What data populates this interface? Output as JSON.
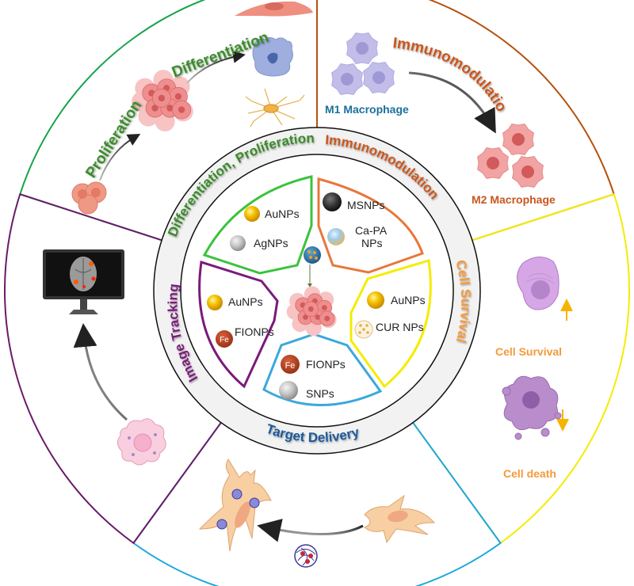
{
  "diagram": {
    "type": "circular-infographic",
    "center_label": "Stem cell cluster with nanoparticle",
    "sectors": [
      {
        "id": "differentiation",
        "ring_title": "Differentiation, Proliferation",
        "color": "#3cc23c",
        "title_color": "#3a8a2a",
        "outer_color": "#16a34a",
        "nanoparticles": [
          {
            "label": "AuNPs",
            "icon": "gold-sphere"
          },
          {
            "label": "AgNPs",
            "icon": "silver-sphere"
          }
        ],
        "outer": {
          "labels": [
            "Proliferation",
            "Differentiation"
          ],
          "cells": [
            "stem-cell-pair",
            "cell-cluster",
            "flat-cell",
            "epithelial-cell",
            "neuron"
          ]
        }
      },
      {
        "id": "immunomodulation",
        "ring_title": "Immunomodulation",
        "color": "#e8773a",
        "title_color": "#c9561f",
        "outer_color": "#b5520f",
        "nanoparticles": [
          {
            "label": "MSNPs",
            "icon": "mesoporous-sphere"
          },
          {
            "label": "Ca-PA NPs",
            "line1": "Ca-PA",
            "line2": "NPs",
            "icon": "patterned-sphere"
          }
        ],
        "outer": {
          "labels": [
            "Immunomodulation"
          ],
          "m1_label": "M1 Macrophage",
          "m2_label": "M2 Macrophage",
          "m1_color": "#1b6f9a",
          "m2_color": "#c9561f"
        }
      },
      {
        "id": "cell-survival",
        "ring_title": "Cell Survival",
        "color": "#f5ec00",
        "title_color": "#f59a3a",
        "outer_color": "#f5ec00",
        "nanoparticles": [
          {
            "label": "AuNPs",
            "icon": "gold-sphere"
          },
          {
            "label": "CUR NPs",
            "icon": "curcumin-np"
          }
        ],
        "outer": {
          "survival_label": "Cell Survival",
          "death_label": "Cell death",
          "label_color": "#f59a3a",
          "arrow_color": "#f5b400"
        }
      },
      {
        "id": "target-delivery",
        "ring_title": "Target Delivery",
        "color": "#3aa8dd",
        "title_color": "#1f5a9a",
        "outer_color": "#1aa7dc",
        "nanoparticles": [
          {
            "label": "FIONPs",
            "icon": "fe-sphere",
            "icon_text": "Fe"
          },
          {
            "label": "SNPs",
            "icon": "silver-sphere"
          }
        ],
        "outer": {
          "cells": [
            "fibroblast-with-nps",
            "fibroblast"
          ],
          "particle": "polymer-nanoparticle"
        }
      },
      {
        "id": "image-tracking",
        "ring_title": "Image Tracking",
        "color": "#7a1a7a",
        "title_color": "#7a1a7a",
        "outer_color": "#6a1a6a",
        "nanoparticles": [
          {
            "label": "AuNPs",
            "icon": "gold-sphere"
          },
          {
            "label": "FIONPs",
            "icon": "fe-sphere",
            "icon_text": "Fe"
          }
        ],
        "outer": {
          "monitor": "brain-mri-monitor",
          "cell": "pink-stem-cell"
        }
      }
    ]
  }
}
